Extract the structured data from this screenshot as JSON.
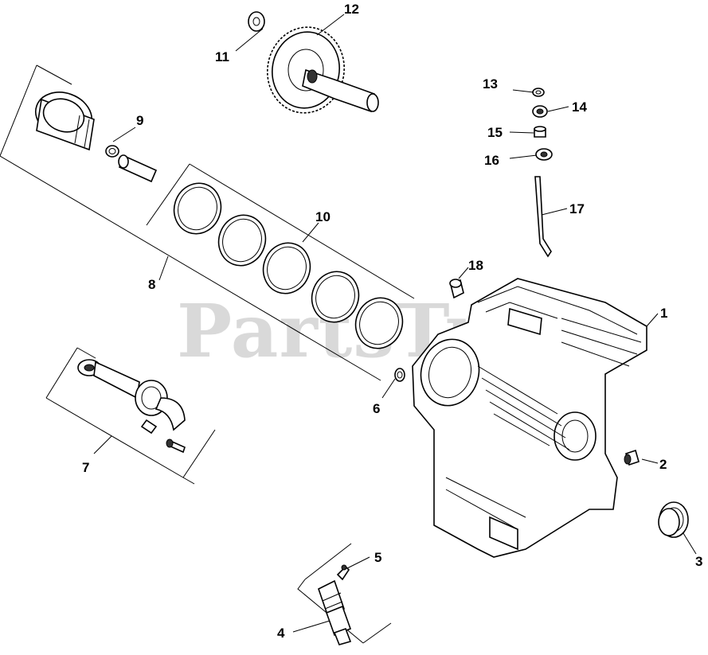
{
  "watermark": "PartsTree",
  "callouts": [
    {
      "id": "1",
      "label": "1"
    },
    {
      "id": "2",
      "label": "2"
    },
    {
      "id": "3",
      "label": "3"
    },
    {
      "id": "4",
      "label": "4"
    },
    {
      "id": "5",
      "label": "5"
    },
    {
      "id": "6",
      "label": "6"
    },
    {
      "id": "7",
      "label": "7"
    },
    {
      "id": "8",
      "label": "8"
    },
    {
      "id": "9",
      "label": "9"
    },
    {
      "id": "10",
      "label": "10"
    },
    {
      "id": "11",
      "label": "11"
    },
    {
      "id": "12",
      "label": "12"
    },
    {
      "id": "13",
      "label": "13"
    },
    {
      "id": "14",
      "label": "14"
    },
    {
      "id": "15",
      "label": "15"
    },
    {
      "id": "16",
      "label": "16"
    },
    {
      "id": "17",
      "label": "17"
    },
    {
      "id": "18",
      "label": "18"
    }
  ]
}
